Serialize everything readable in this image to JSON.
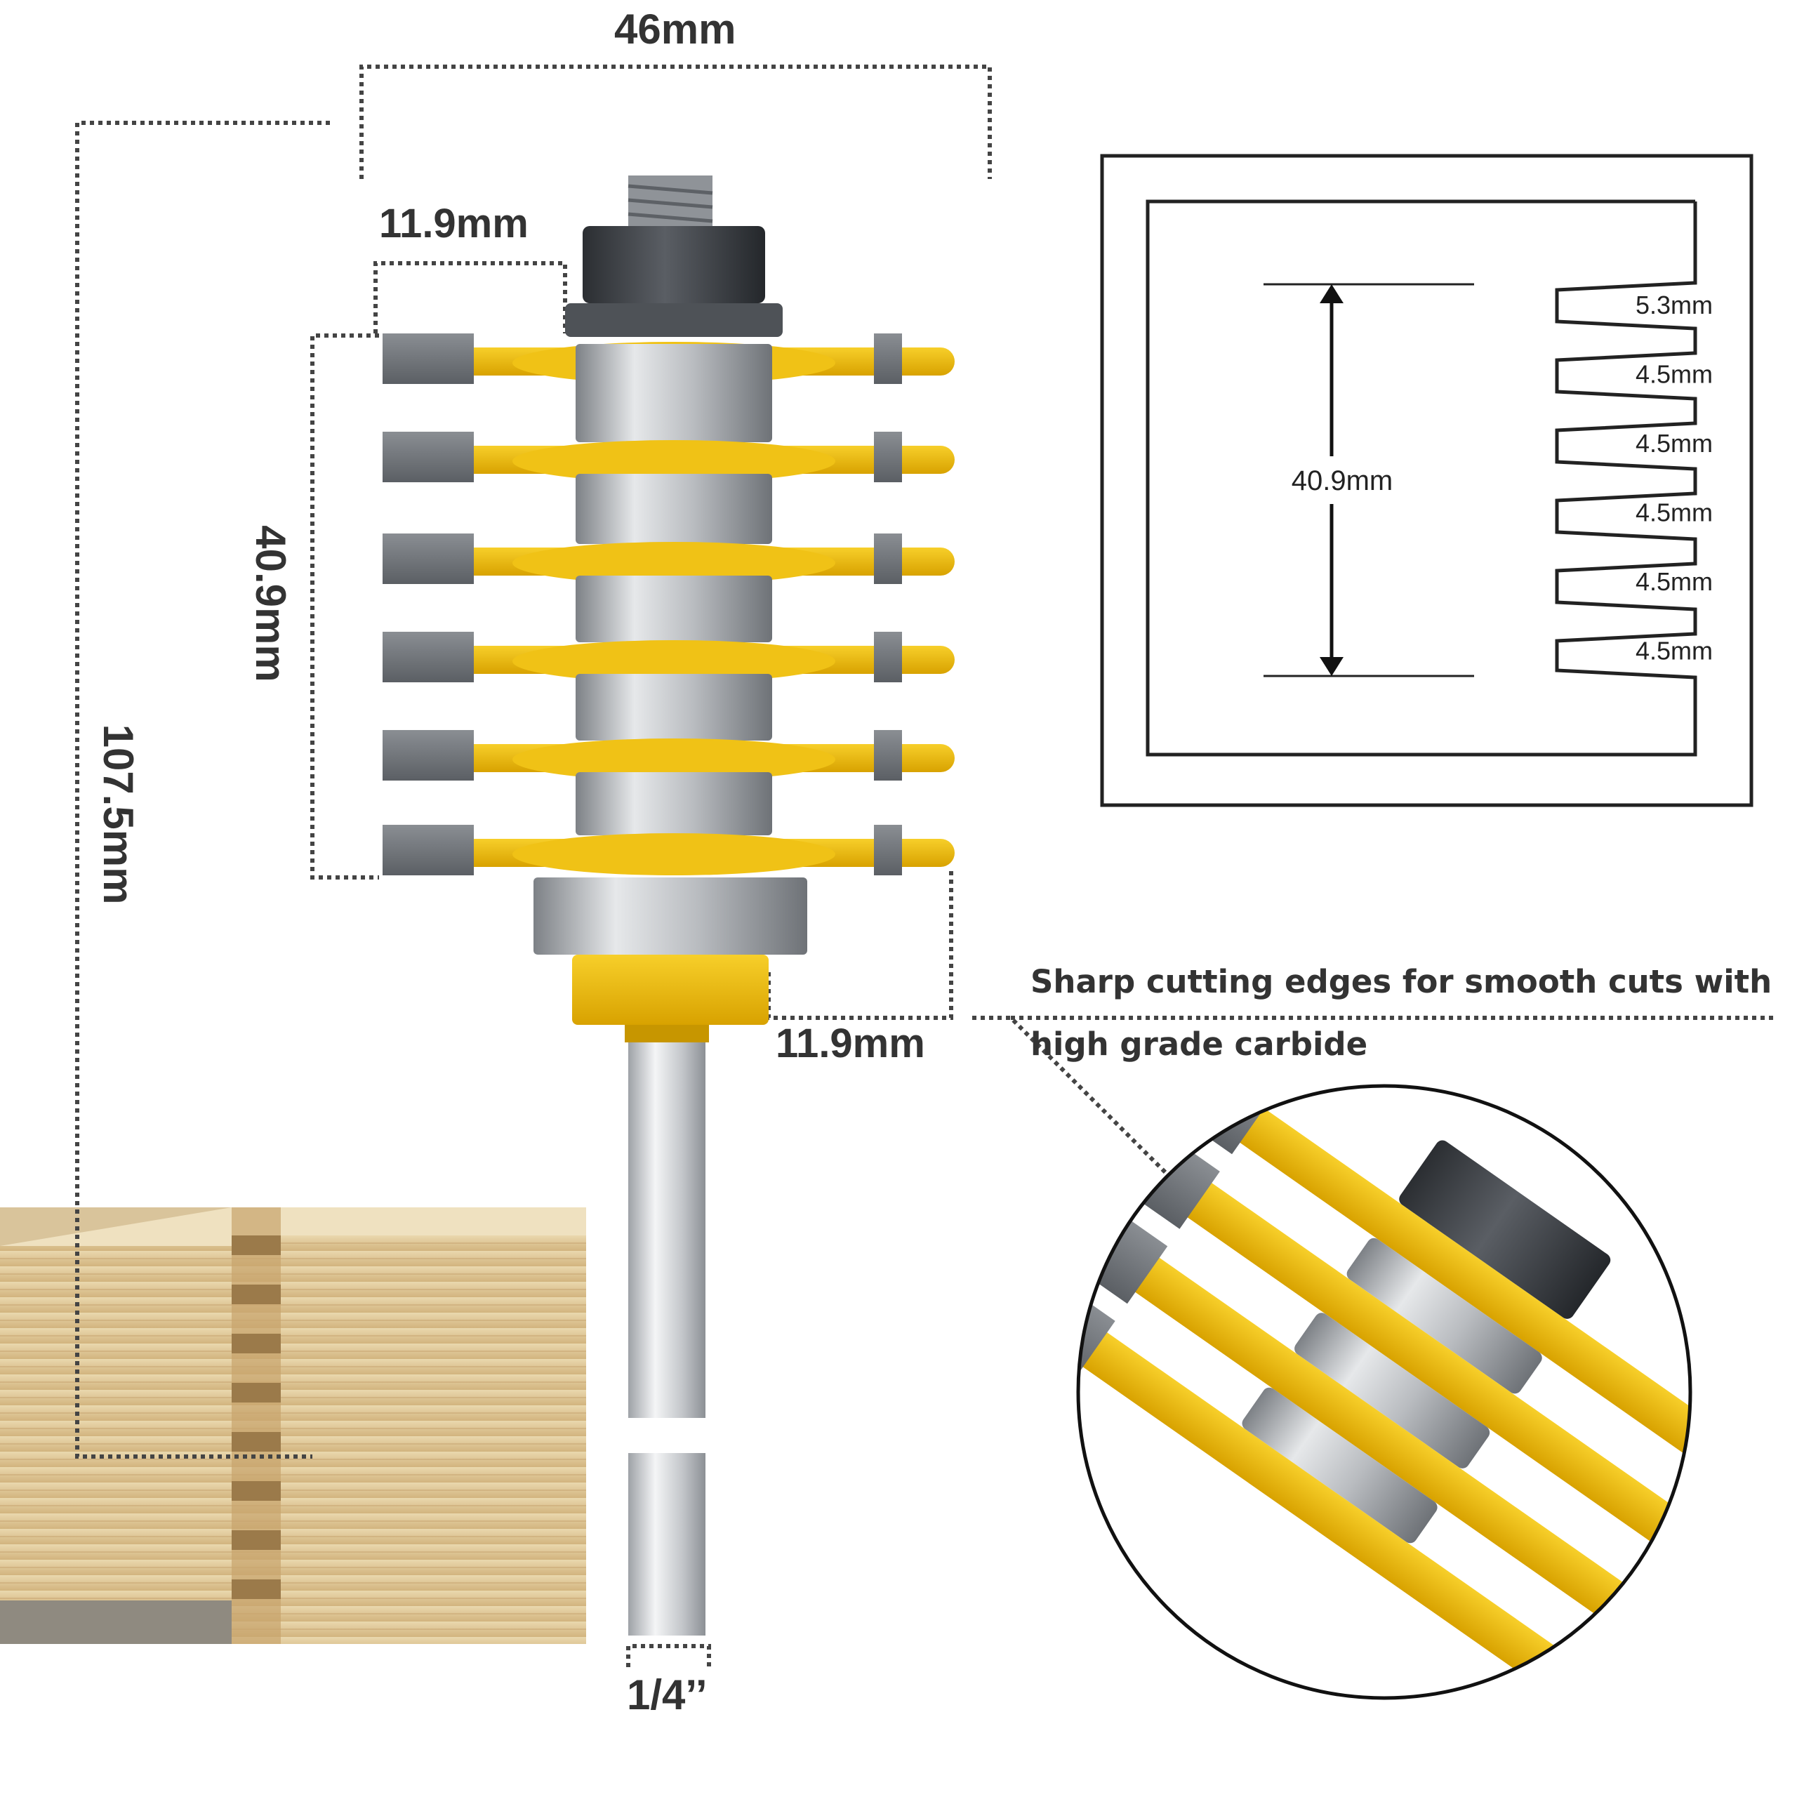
{
  "dimensions": {
    "overall_width": "46mm",
    "top_offset": "11.9mm",
    "bottom_offset": "11.9mm",
    "cutter_height": "40.9mm",
    "total_length": "107.5mm",
    "shank": "1/4’’"
  },
  "profile": {
    "height_label": "40.9mm",
    "pitch_labels": [
      "5.3mm",
      "4.5mm",
      "4.5mm",
      "4.5mm",
      "4.5mm",
      "4.5mm"
    ]
  },
  "callout": {
    "line1": "Sharp cutting edges for smooth cuts with",
    "line2": "high grade carbide"
  },
  "colors": {
    "body_yellow": "#e8b400",
    "carbide_gray": "#6f7378",
    "bearing_silver": "#c9ccd0",
    "nut_dark": "#3a3d42",
    "text": "#333333"
  }
}
